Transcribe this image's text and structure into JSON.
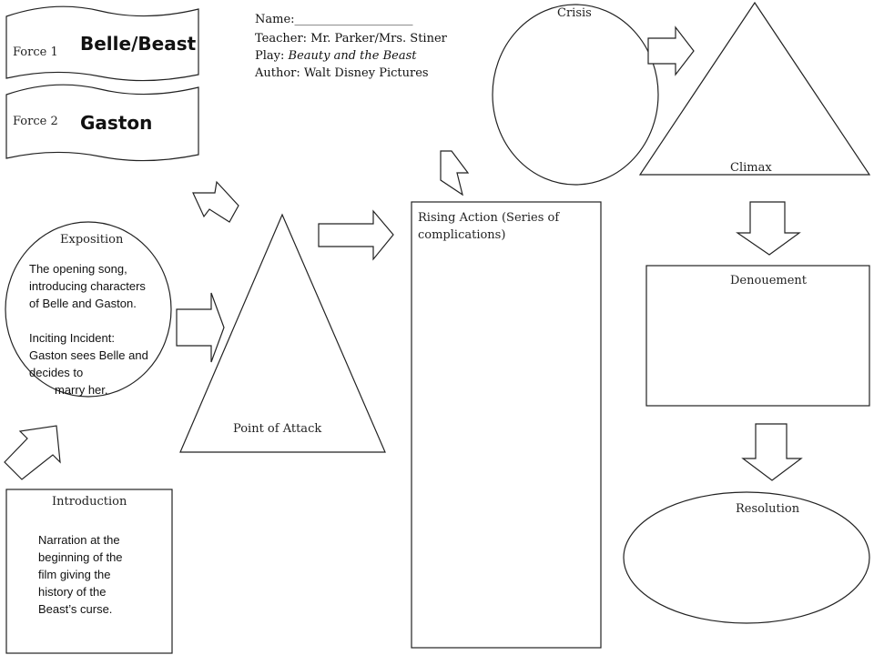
{
  "header": {
    "name_label": "Name:____________________",
    "teacher": "Teacher: Mr. Parker/Mrs. Stiner",
    "play_label": "Play: ",
    "play_title": "Beauty and the Beast",
    "author": "Author: Walt Disney Pictures"
  },
  "forces": [
    {
      "label": "Force 1",
      "value": "Belle/Beast"
    },
    {
      "label": "Force 2",
      "value": "Gaston"
    }
  ],
  "exposition": {
    "title": "Exposition",
    "text": "The opening song,\nintroducing characters\nof Belle and Gaston.",
    "inciting": "Inciting Incident:\nGaston sees Belle and\ndecides to",
    "inciting_tail": "marry her."
  },
  "introduction": {
    "title": "Introduction",
    "text": "Narration at the\nbeginning of the\nfilm giving the\nhistory of the\nBeast’s curse."
  },
  "point_of_attack": {
    "title": "Point of Attack"
  },
  "rising_action": {
    "title": "Rising Action (Series of\ncomplications)"
  },
  "crisis": {
    "title": "Crisis"
  },
  "climax": {
    "title": "Climax"
  },
  "denouement": {
    "title": "Denouement"
  },
  "resolution": {
    "title": "Resolution"
  }
}
